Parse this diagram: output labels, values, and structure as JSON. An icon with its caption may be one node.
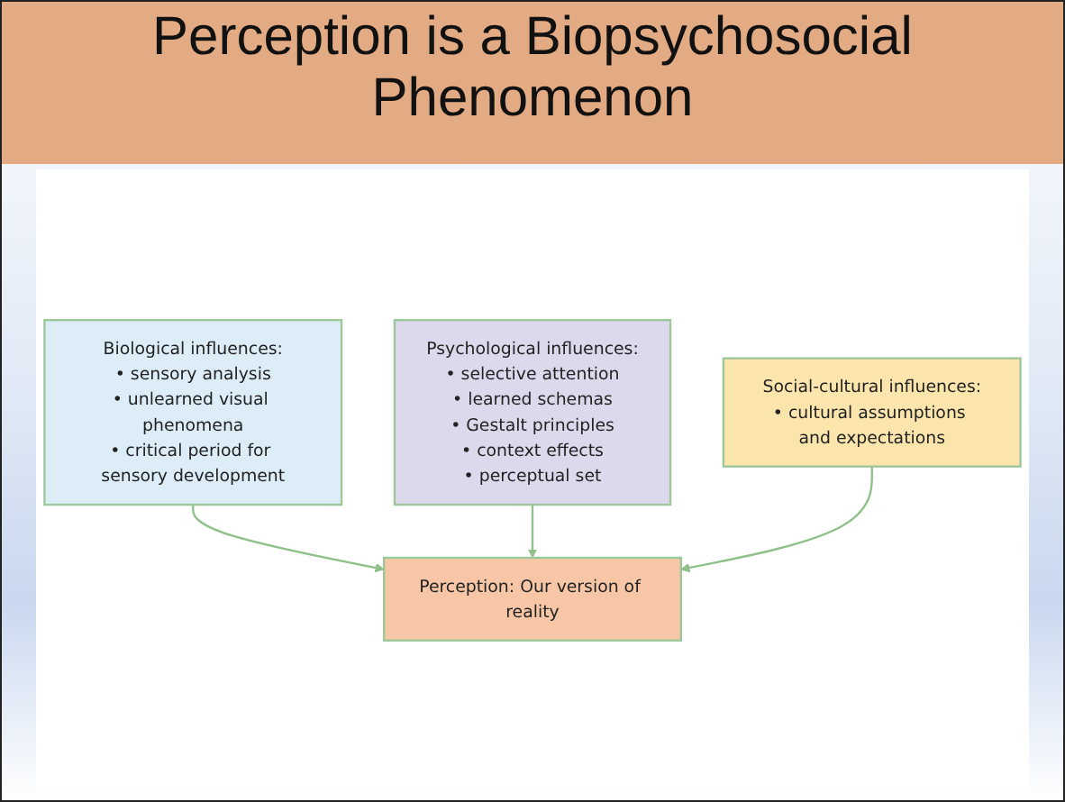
{
  "diagram": {
    "title": "Perception is a Biopsychosocial Phenomenon",
    "nodes": [
      {
        "text": [
          "Biological influences:",
          "• sensory analysis",
          "• unlearned visual phenomena",
          "• critical period for sensory development"
        ]
      },
      {
        "text": [
          "Psychological influences:",
          "• selective attention",
          "• learned schemas",
          "• Gestalt principles",
          "• context effects",
          "• perceptual set"
        ]
      },
      {
        "text": [
          "Perception: Our version of reality"
        ]
      },
      {
        "text": [
          "Social-cultural influences:",
          "• cultural assumptions and expectations"
        ]
      }
    ],
    "edges": [
      {
        "from": 0,
        "to": 2,
        "arrow": "to"
      },
      {
        "from": 1,
        "to": 2,
        "arrow": "to"
      },
      {
        "from": 3,
        "to": 2,
        "arrow": "to"
      }
    ]
  }
}
